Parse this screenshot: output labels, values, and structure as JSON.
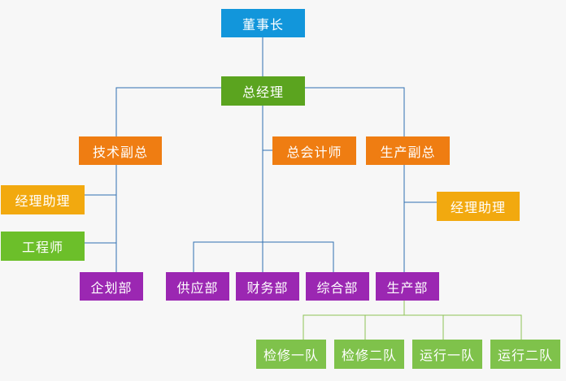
{
  "nodes": {
    "chairman": "董事长",
    "general_manager": "总经理",
    "tech_vp": "技术副总",
    "chief_accountant": "总会计师",
    "production_vp": "生产副总",
    "tech_assistant": "经理助理",
    "engineer": "工程师",
    "production_assistant": "经理助理",
    "planning_dept": "企划部",
    "supply_dept": "供应部",
    "finance_dept": "财务部",
    "general_dept": "综合部",
    "production_dept": "生产部",
    "maintenance_team_1": "检修一队",
    "maintenance_team_2": "检修二队",
    "operation_team_1": "运行一队",
    "operation_team_2": "运行二队"
  },
  "colors": {
    "executive": "#1296db",
    "manager": "#5ba41f",
    "vice": "#ef7d12",
    "assistant": "#f2a90f",
    "engineer": "#6cbf2a",
    "department": "#9b27b2",
    "team": "#7fc24b",
    "line_blue": "#2f6fb0",
    "line_green": "#8cc356"
  }
}
